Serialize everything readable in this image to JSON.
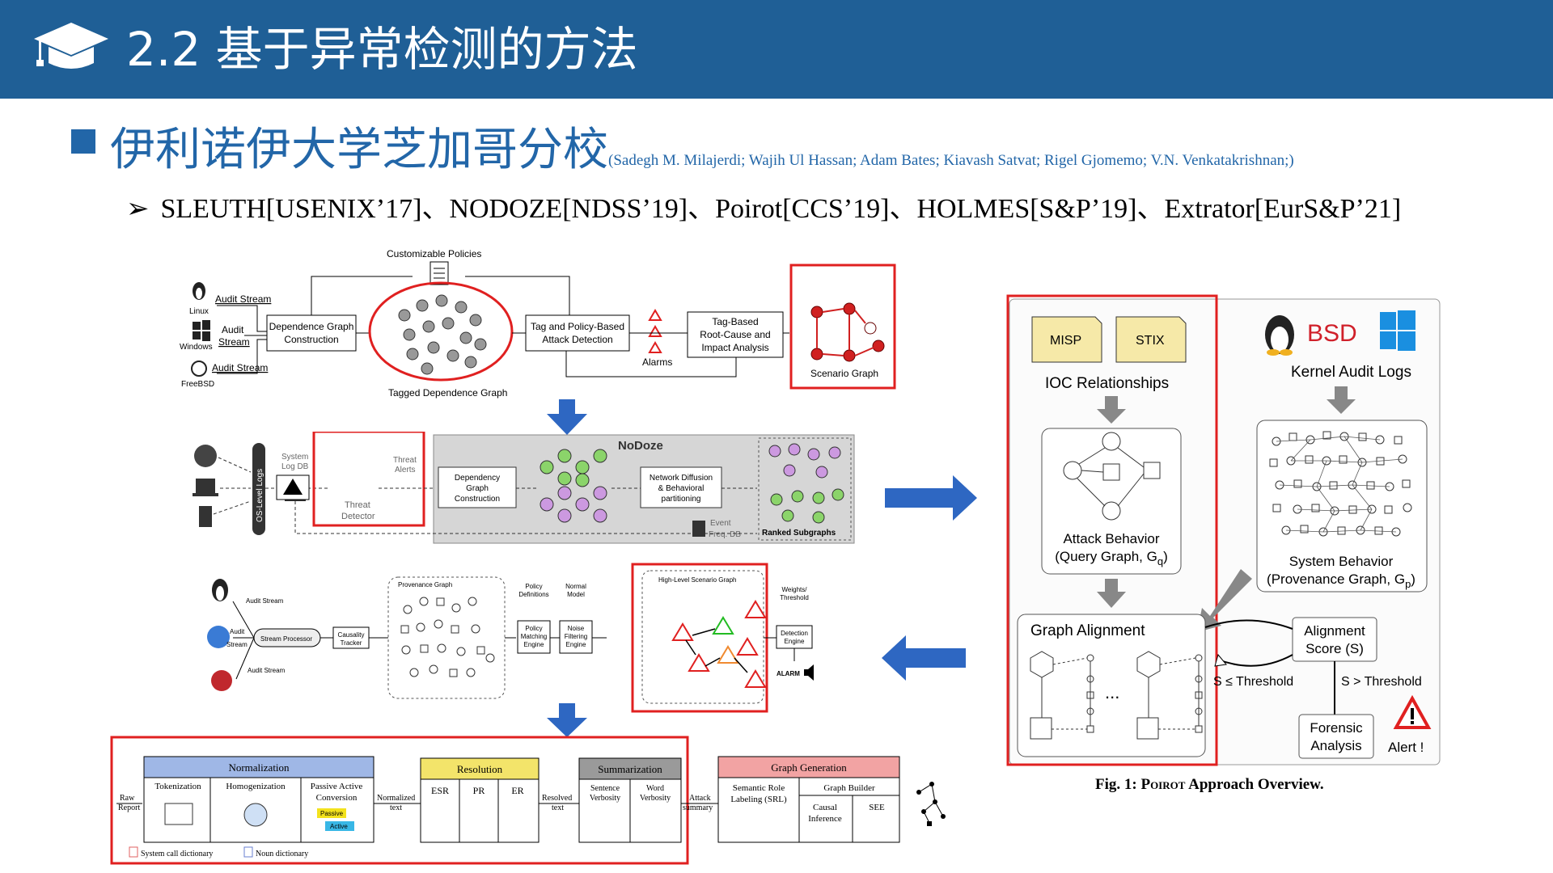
{
  "header": {
    "title": "2.2 基于异常检测的方法",
    "icon": "graduation-cap-icon"
  },
  "section": {
    "title": "伊利诺伊大学芝加哥分校",
    "authors": "(Sadegh M. Milajerdi;  Wajih Ul Hassan; Adam Bates; Kiavash Satvat; Rigel Gjomemo; V.N. Venkatakrishnan;)"
  },
  "systems_line": "SLEUTH[USENIX’17]、NODOZE[NDSS’19]、Poirot[CCS’19]、HOLMES[S&P’19]、Extrator[EurS&P’21]",
  "sleuth": {
    "customizable_policies": "Customizable  Policies",
    "audit_stream": "Audit Stream",
    "linux": "Linux",
    "audit": "Audit",
    "stream": "Stream",
    "windows": "Windows",
    "freebsd": "FreeBSD",
    "dependence_graph_construction": [
      "Dependence Graph",
      "Construction"
    ],
    "tag_policy_detection": [
      "Tag and Policy-Based",
      "Attack Detection"
    ],
    "tag_based": [
      "Tag-Based",
      "Root-Cause and",
      "Impact Analysis"
    ],
    "alarms": "Alarms",
    "scenario_graph": "Scenario Graph",
    "tagged_dependence_graph": "Tagged Dependence Graph"
  },
  "nodoze": {
    "title": "NoDoze",
    "system_log_db": [
      "System",
      "Log DB"
    ],
    "os_level_logs": "OS-Level Logs",
    "threat_alerts": [
      "Threat",
      "Alerts"
    ],
    "threat_detector": [
      "Threat",
      "Detector"
    ],
    "dependency_graph": [
      "Dependency",
      "Graph",
      "Construction"
    ],
    "network_diffusion": [
      "Network Diffusion",
      "& Behavioral",
      "partitioning"
    ],
    "event_freq_db": [
      "Event",
      "Freq. DB"
    ],
    "ranked_subgraphs": "Ranked Subgraphs"
  },
  "holmes": {
    "audit_stream": "Audit Stream",
    "audit": "Audit",
    "stream": "Stream",
    "stream_processor": "Stream Processor",
    "causality_tracker": [
      "Causality",
      "Tracker"
    ],
    "provenance_graph": "Provenance Graph",
    "policy_definitions": [
      "Policy",
      "Definitions"
    ],
    "policy_matching": [
      "Policy",
      "Matching",
      "Engine"
    ],
    "normal_model": [
      "Normal",
      "Model"
    ],
    "noise_filtering": [
      "Noise",
      "Filtering",
      "Engine"
    ],
    "high_level_scenario": "High-Level Scenario Graph",
    "weights_threshold": [
      "Weights/",
      "Threshold"
    ],
    "detection_engine": [
      "Detection",
      "Engine"
    ],
    "alarm": "ALARM"
  },
  "extractor": {
    "raw_report": [
      "Raw",
      "Report"
    ],
    "normalization": "Normalization",
    "tokenization": "Tokenization",
    "homogenization": "Homogenization",
    "passive_active": [
      "Passive Active",
      "Conversion"
    ],
    "passive": "Passive",
    "active": "Active",
    "normalized_text": [
      "Normalized",
      "text"
    ],
    "resolution": "Resolution",
    "esr": "ESR",
    "pr": "PR",
    "er": "ER",
    "resolved_text": [
      "Resolved",
      "text"
    ],
    "summarization": "Summarization",
    "sentence_verbosity": [
      "Sentence",
      "Verbosity"
    ],
    "word_verbosity": [
      "Word",
      "Verbosity"
    ],
    "attack_summary": [
      "Attack",
      "summary"
    ],
    "graph_generation": "Graph Generation",
    "srl": [
      "Semantic Role",
      "Labeling (SRL)"
    ],
    "graph_builder": "Graph Builder",
    "causal_inference": [
      "Causal",
      "Inference"
    ],
    "see": "SEE",
    "system_call_dictionary": "System call dictionary",
    "noun_dictionary": "Noun dictionary"
  },
  "poirot": {
    "misp": "MISP",
    "stix": "STIX",
    "ioc_relationships": "IOC Relationships",
    "bsd": "BSD",
    "kernel_audit_logs": "Kernel Audit Logs",
    "attack_behavior": "Attack Behavior",
    "query_graph": "(Query Graph, G",
    "query_sub": "q",
    "system_behavior": "System Behavior",
    "provenance_graph": "(Provenance Graph, G",
    "provenance_sub": "p",
    "graph_alignment": "Graph Alignment",
    "alignment_score": [
      "Alignment",
      "Score (S)"
    ],
    "s_le": "S ≤ Threshold",
    "s_gt": "S > Threshold",
    "forensic_analysis": [
      "Forensic",
      "Analysis"
    ],
    "alert": "Alert !",
    "ellipsis": "...",
    "caption_prefix": "Fig. 1: ",
    "caption_name": "Poirot",
    "caption_suffix": " Approach Overview."
  },
  "colors": {
    "header": "#1f5f96",
    "accent": "#2266a8",
    "highlight": "#e02020",
    "arrow": "#2e67c2"
  }
}
